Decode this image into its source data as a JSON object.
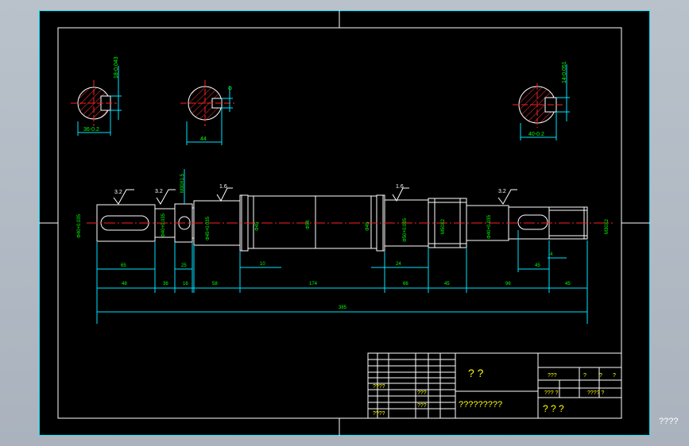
{
  "colors": {
    "viewport_bg": "#b4bcc6",
    "sheet_bg": "#000000",
    "outline": "#ffffff",
    "dimension": "#00e5ff",
    "text_green": "#00ff00",
    "center_line": "#ff2020",
    "hatch": "#ff3030",
    "yellow": "#ffff00"
  },
  "drawing": {
    "sections": {
      "section_a": {
        "tol": "18-0.043",
        "depth": "36-0.2"
      },
      "section_b": {
        "tol": "6",
        "width": "44"
      },
      "section_c": {
        "tol": "14-0.051",
        "depth": "40-0.2"
      }
    },
    "roughness": [
      "3.2",
      "3.2",
      "1.6",
      "1.6",
      "3.2"
    ],
    "thread_top": "M30X1.5",
    "diameters": {
      "d1": "Φ40+0.035",
      "d2": "Φ40+0.035",
      "d3": "Φ45+0.035",
      "d4": "Φ45",
      "d5": "Φ58",
      "d6": "Φ45",
      "d7": "Φ50+0.035",
      "d8": "M50X2",
      "d9": "Φ40+0.035",
      "d10": "M30X2"
    },
    "dims_upper": [
      "65",
      "25",
      "10",
      "24",
      "45",
      "4"
    ],
    "dims_lower": [
      "48",
      "36",
      "16",
      "58",
      "174",
      "66",
      "45",
      "96",
      "45"
    ],
    "overall": "385"
  },
  "title_block": {
    "marks_row1": "????",
    "marks_row2": "???",
    "marks_row3": "????",
    "right_cells": [
      "???",
      "?",
      "?",
      "?"
    ],
    "right_cells2": [
      "?",
      "?",
      "??? ?",
      "?",
      "???? ?"
    ],
    "big_text_1": "?  ?",
    "big_text_2": "?????????",
    "big_text_3": "?  ?  ?",
    "corner": "????"
  }
}
